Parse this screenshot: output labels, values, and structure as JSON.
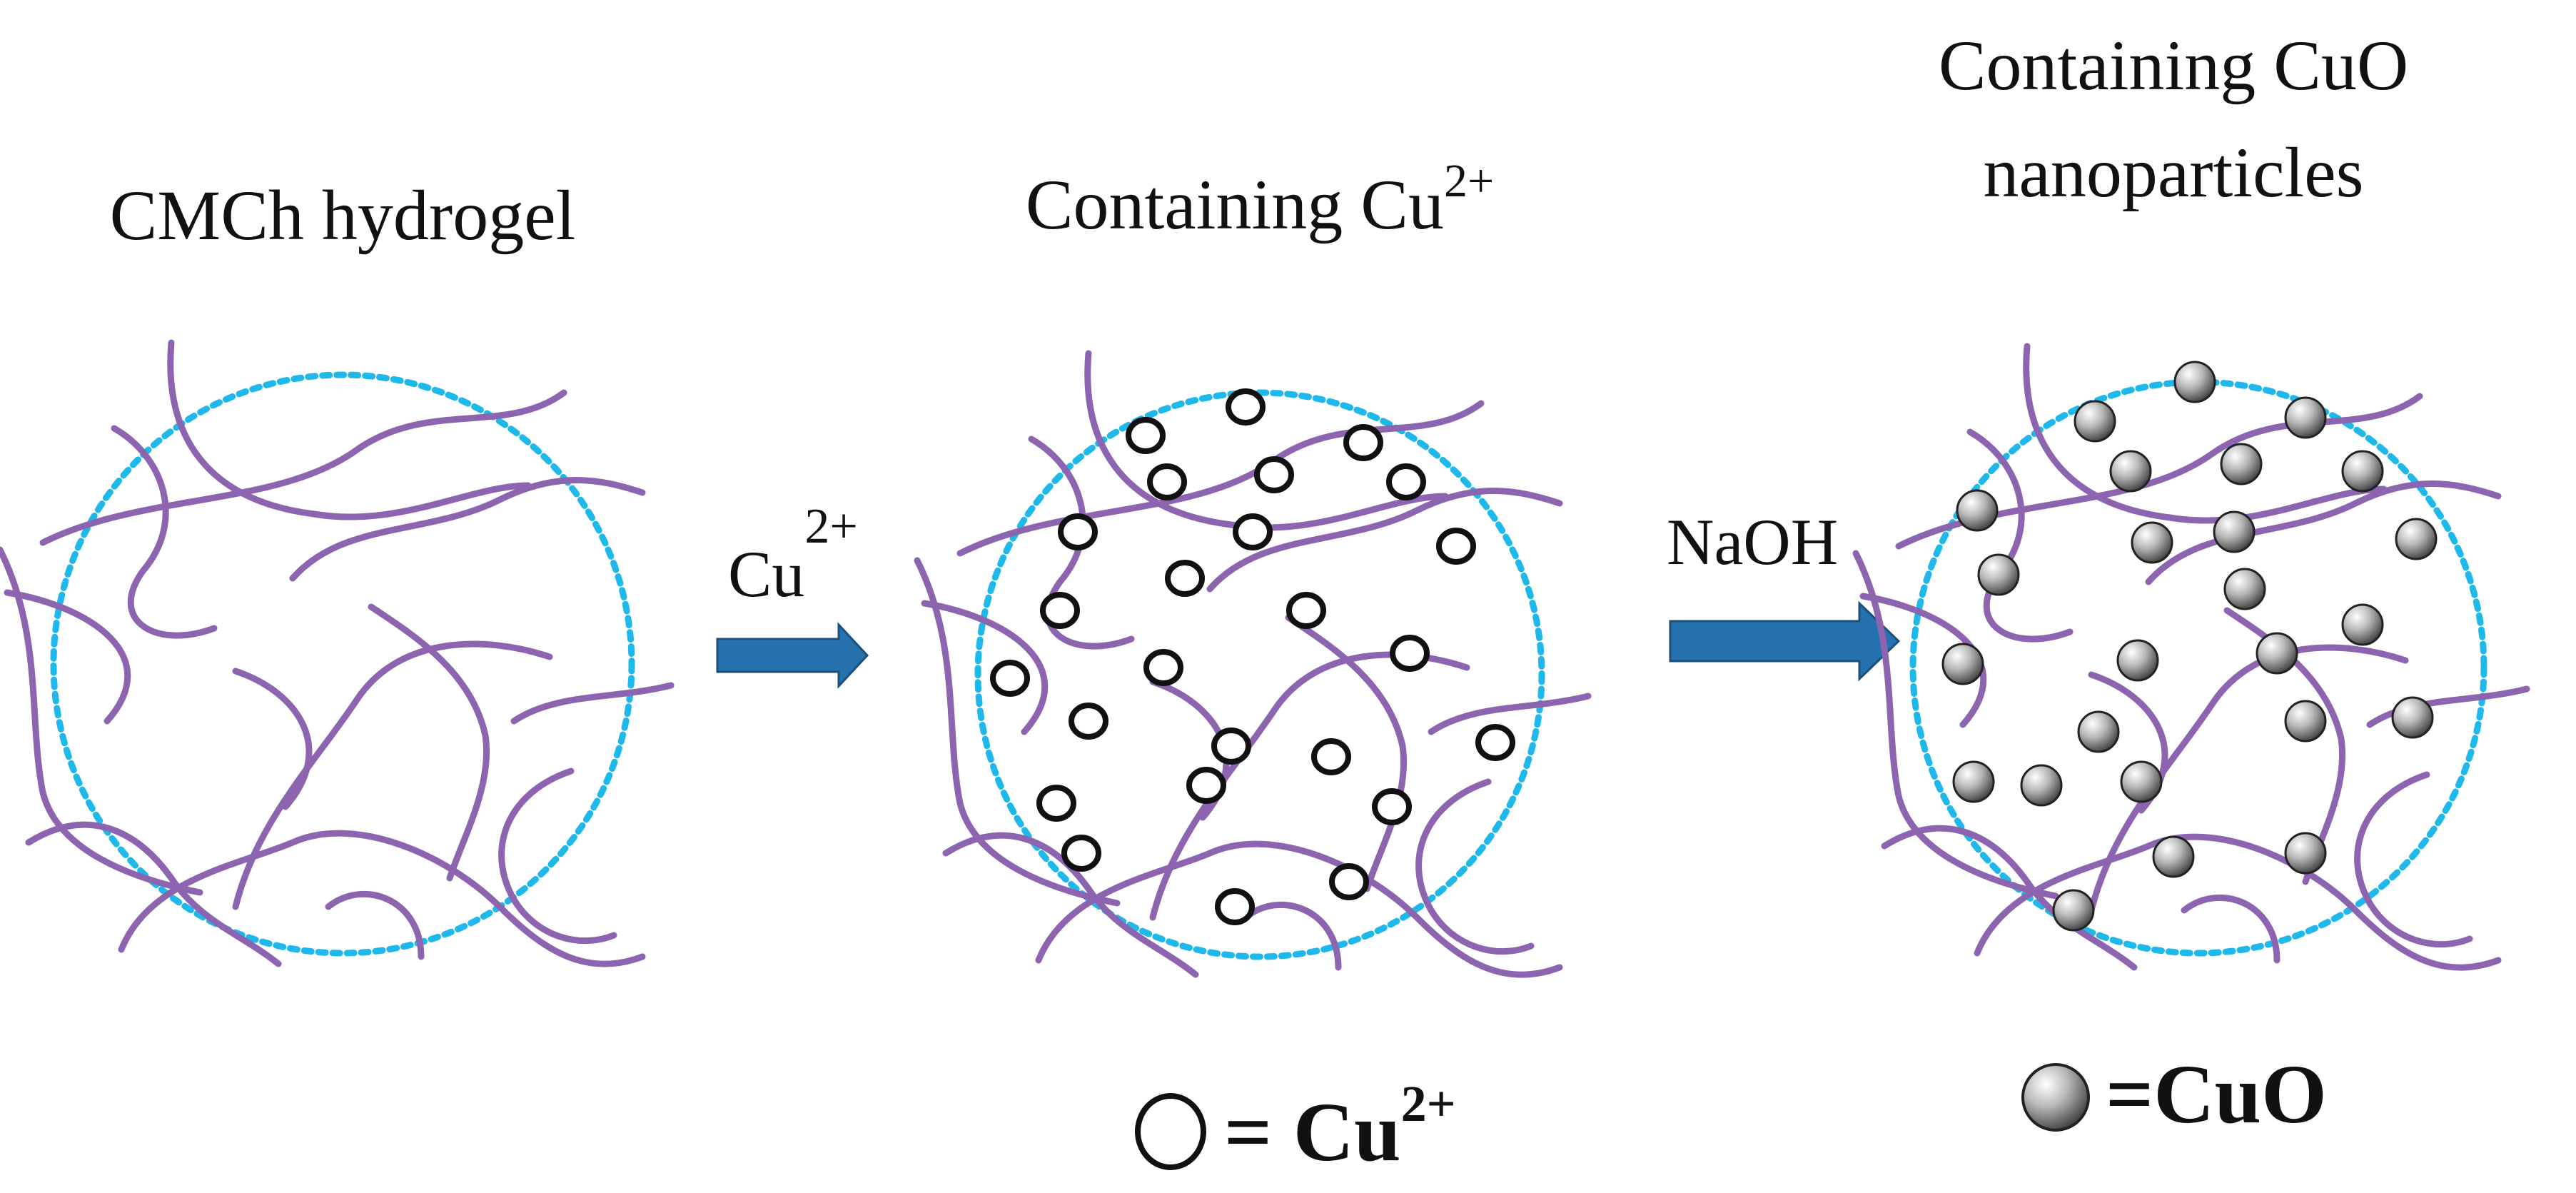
{
  "panels": {
    "hydrogel": {
      "title": "CMCh hydrogel"
    },
    "cu_loaded": {
      "title_main": "Containing Cu",
      "title_sup": "2+"
    },
    "cuo_loaded": {
      "title_line1": "Containing CuO",
      "title_line2": "nanoparticles"
    }
  },
  "steps": {
    "step1": {
      "reagent_main": "Cu",
      "reagent_sup": "2+"
    },
    "step2": {
      "reagent": "NaOH"
    }
  },
  "legend": {
    "ion": {
      "text_main": "= Cu",
      "text_sup": "2+"
    },
    "particle": {
      "text": "=CuO"
    }
  },
  "colors": {
    "network_fiber": "#8d64b0",
    "boundary": "#1fb8ea",
    "arrow": "#2672ae",
    "particle": "#9a9a9a"
  }
}
